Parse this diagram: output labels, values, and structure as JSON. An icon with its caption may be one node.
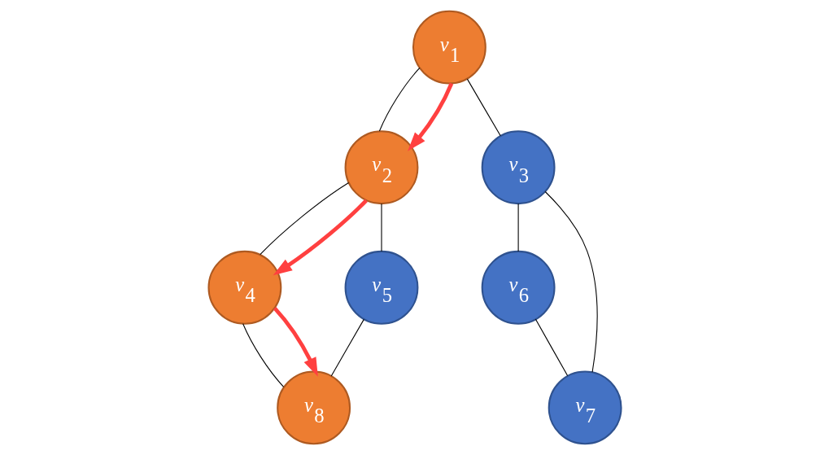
{
  "diagram": {
    "nodes": [
      {
        "text": [
          "*v*$_{1}$"
        ]
      },
      {
        "text": [
          "*v*$_{2}$"
        ]
      },
      {
        "text": [
          "*v*$_{3}$"
        ]
      },
      {
        "text": [
          "*v*$_{4}$"
        ]
      },
      {
        "text": [
          "*v*$_{5}$"
        ]
      },
      {
        "text": [
          "*v*$_{6}$"
        ]
      },
      {
        "text": [
          "*v*$_{7}$"
        ]
      },
      {
        "text": [
          "*v*$_{8}$"
        ]
      }
    ],
    "edges": [
      {
        "from": 0,
        "to": 1,
        "arrow": "none"
      },
      {
        "from": 0,
        "to": 2,
        "arrow": "none"
      },
      {
        "from": 1,
        "to": 3,
        "arrow": "none"
      },
      {
        "from": 1,
        "to": 4,
        "arrow": "none"
      },
      {
        "from": 2,
        "to": 5,
        "arrow": "none"
      },
      {
        "from": 2,
        "to": 6,
        "arrow": "none"
      },
      {
        "from": 3,
        "to": 7,
        "arrow": "none"
      },
      {
        "from": 4,
        "to": 7,
        "arrow": "none"
      },
      {
        "from": 5,
        "to": 6,
        "arrow": "none"
      },
      {
        "from": 0,
        "to": 1,
        "arrow": "to",
        "style": "thick",
        "color": "#ff4040"
      },
      {
        "from": 1,
        "to": 3,
        "arrow": "to",
        "style": "thick",
        "color": "#ff4040"
      },
      {
        "from": 3,
        "to": 7,
        "arrow": "to",
        "style": "thick",
        "color": "#ff4040"
      }
    ]
  }
}
